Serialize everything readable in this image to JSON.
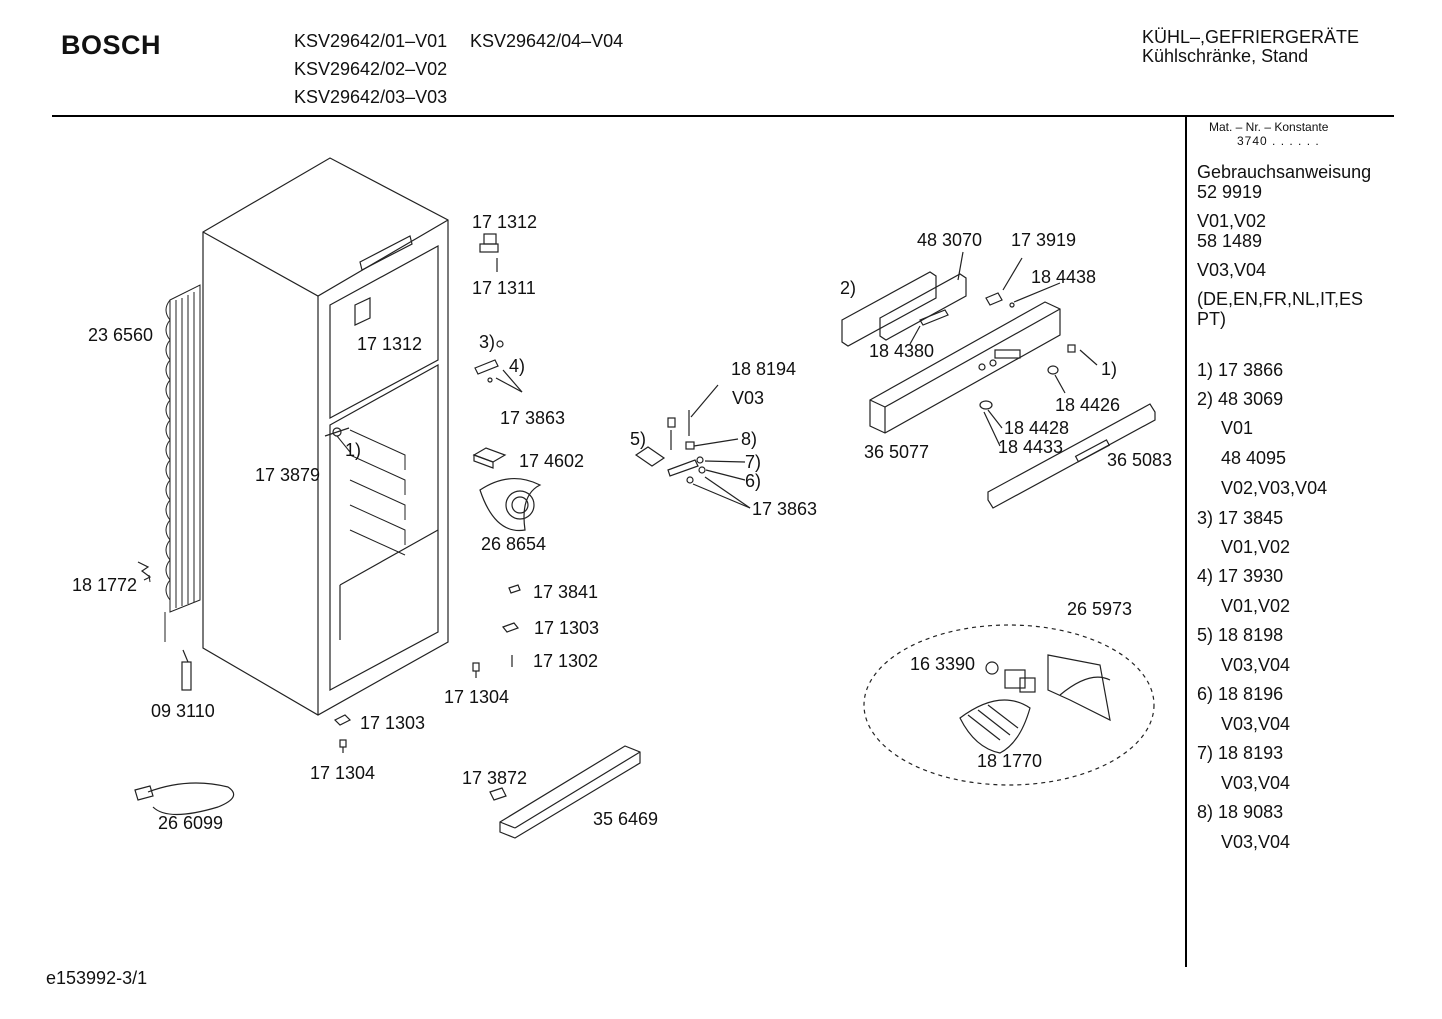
{
  "header": {
    "brand": "BOSCH",
    "models": [
      "KSV29642/01–V01",
      "KSV29642/04–V04",
      "KSV29642/02–V02",
      "KSV29642/03–V03"
    ],
    "category_line1": "KÜHL–,GEFRIERGERÄTE",
    "category_line2": "Kühlschränke, Stand"
  },
  "sidebar": {
    "mat_label": "Mat. – Nr. – Konstante",
    "mat_value": "3740 . .  . . . .",
    "manual_label": "Gebrauchsanweisung",
    "manual_number": "52 9919",
    "variant_a": "V01,V02",
    "variant_a_number": "58 1489",
    "variant_b": "V03,V04",
    "languages_line1": "(DE,EN,FR,NL,IT,ES",
    "languages_line2": "PT)",
    "legend": [
      {
        "key": "1)",
        "part": "17 3866",
        "variant": ""
      },
      {
        "key": "2)",
        "part": "48 3069",
        "variant": "V01"
      },
      {
        "key": "",
        "part": "48 4095",
        "variant": "V02,V03,V04"
      },
      {
        "key": "3)",
        "part": "17 3845",
        "variant": "V01,V02"
      },
      {
        "key": "4)",
        "part": "17 3930",
        "variant": "V01,V02"
      },
      {
        "key": "5)",
        "part": "18 8198",
        "variant": "V03,V04"
      },
      {
        "key": "6)",
        "part": "18 8196",
        "variant": "V03,V04"
      },
      {
        "key": "7)",
        "part": "18 8193",
        "variant": "V03,V04"
      },
      {
        "key": "8)",
        "part": "18 9083",
        "variant": "V03,V04"
      }
    ]
  },
  "labels": {
    "p236560": "23 6560",
    "p171312a": "17 1312",
    "p171311": "17 1311",
    "p171312b": "17 1312",
    "p173879": "17 3879",
    "k1a": "1)",
    "k3": "3)",
    "k4": "4)",
    "p173863a": "17 3863",
    "p174602": "17 4602",
    "p268654": "26 8654",
    "p181772": "18 1772",
    "p173841": "17 3841",
    "p171303a": "17 1303",
    "p171302": "17 1302",
    "p171304a": "17 1304",
    "p093110": "09 3110",
    "p171303b": "17 1303",
    "p171304b": "17 1304",
    "p266099": "26 6099",
    "p173872": "17 3872",
    "p356469": "35 6469",
    "p188194": "18 8194",
    "v03": "V03",
    "k5": "5)",
    "k8": "8)",
    "k7": "7)",
    "k6": "6)",
    "p173863b": "17 3863",
    "p483070": "48 3070",
    "p173919": "17 3919",
    "p184438": "18 4438",
    "k2": "2)",
    "p184380": "18 4380",
    "k1b": "1)",
    "p184426": "18 4426",
    "p184428": "18 4428",
    "p184433": "18 4433",
    "p365077": "36 5077",
    "p365083": "36 5083",
    "p265973": "26 5973",
    "p163390": "16 3390",
    "p181770": "18 1770"
  },
  "footer": {
    "drawing_id": "e153992-3/1"
  }
}
